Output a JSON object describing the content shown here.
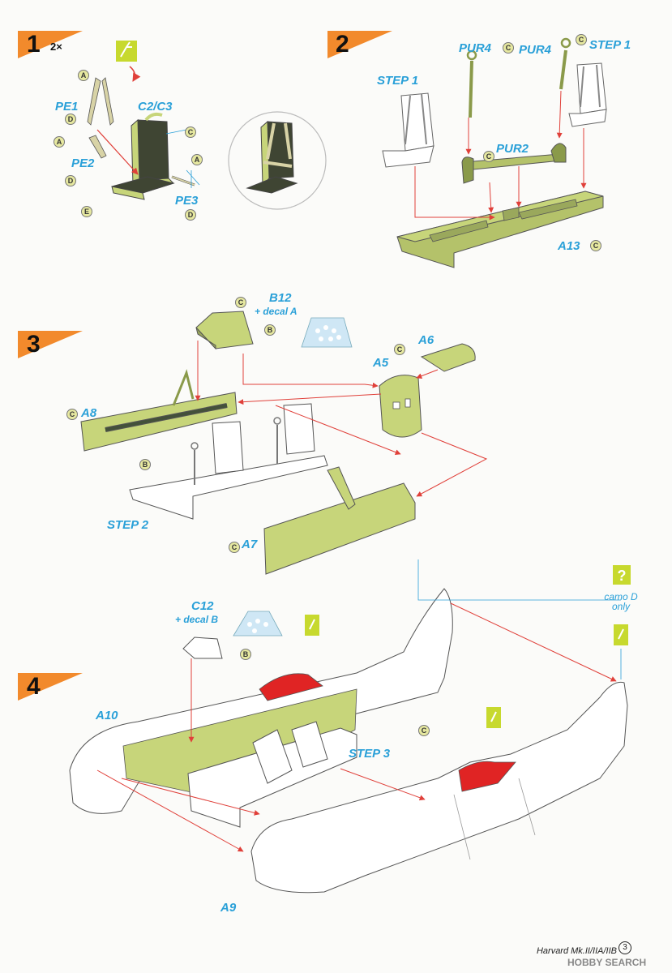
{
  "colors": {
    "accent_blue": "#2aa0d8",
    "step_orange": "#f28a2c",
    "part_green": "#c7d57a",
    "seat_dark": "#3f4533",
    "highlight_red": "#e02424",
    "option_green": "#c7d92e",
    "paint_tag": "#e6e8a0"
  },
  "steps": [
    {
      "number": "1",
      "multiplier": "2×"
    },
    {
      "number": "2"
    },
    {
      "number": "3"
    },
    {
      "number": "4"
    }
  ],
  "step1": {
    "labels": {
      "pe1": "PE1",
      "pe2": "PE2",
      "pe3": "PE3",
      "c2c3": "C2/C3"
    },
    "paint_codes": [
      "A",
      "D",
      "A",
      "C",
      "A",
      "D",
      "E",
      "D"
    ]
  },
  "step2": {
    "labels": {
      "step1_left": "STEP 1",
      "step1_right": "STEP 1",
      "pur4_left": "PUR4",
      "pur4_right": "PUR4",
      "pur2": "PUR2",
      "a13": "A13"
    },
    "paint_codes": [
      "C",
      "C",
      "C",
      "C"
    ]
  },
  "step3": {
    "labels": {
      "b12": "B12",
      "decal_a": "+ decal A",
      "a6": "A6",
      "a5": "A5",
      "a8": "A8",
      "a7": "A7",
      "step2": "STEP 2"
    },
    "paint_codes": [
      "C",
      "B",
      "C",
      "C",
      "B",
      "C"
    ]
  },
  "step4": {
    "labels": {
      "c12": "C12",
      "decal_b": "+ decal B",
      "a10": "A10",
      "a9": "A9",
      "step3": "STEP 3",
      "camo_note": "camo D only"
    },
    "option_icon": "question-mark-icon",
    "paint_codes": [
      "B",
      "C"
    ]
  },
  "footer": {
    "title": "Harvard Mk.II/IIA/IIB",
    "page": "3"
  },
  "watermark": "HOBBY SEARCH"
}
